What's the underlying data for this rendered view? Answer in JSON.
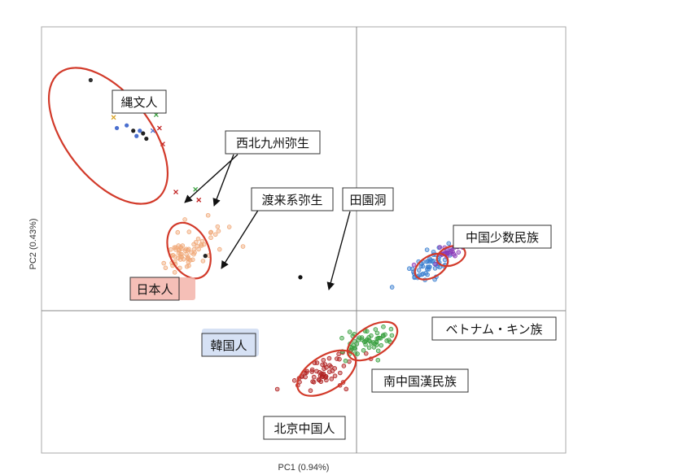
{
  "chart_data": {
    "type": "scatter",
    "xlabel": "PC1 (0.94%)",
    "ylabel": "PC2 (0.43%)",
    "grid": false,
    "zero_lines": true,
    "xlim": [
      -1.0,
      0.6
    ],
    "ylim": [
      -0.6,
      1.0
    ],
    "clusters": [
      {
        "id": "jomon",
        "points": [
          {
            "x": -0.85,
            "y": 0.8,
            "color": "#333333",
            "marker": "dot"
          },
          {
            "x": -0.77,
            "y": 0.62,
            "color": "#4a6fcf",
            "marker": "dot"
          },
          {
            "x": -0.74,
            "y": 0.63,
            "color": "#4a6fcf",
            "marker": "dot"
          },
          {
            "x": -0.72,
            "y": 0.61,
            "color": "#222222",
            "marker": "dot"
          },
          {
            "x": -0.7,
            "y": 0.61,
            "color": "#4a6fcf",
            "marker": "dot"
          },
          {
            "x": -0.69,
            "y": 0.6,
            "color": "#222222",
            "marker": "dot"
          },
          {
            "x": -0.71,
            "y": 0.59,
            "color": "#4a6fcf",
            "marker": "dot"
          },
          {
            "x": -0.68,
            "y": 0.58,
            "color": "#222222",
            "marker": "dot"
          },
          {
            "x": -0.78,
            "y": 0.66,
            "color": "#d8a020",
            "marker": "x"
          },
          {
            "x": -0.66,
            "y": 0.61,
            "color": "#4a6fcf",
            "marker": "x"
          },
          {
            "x": -0.64,
            "y": 0.62,
            "color": "#c02020",
            "marker": "x"
          },
          {
            "x": -0.63,
            "y": 0.56,
            "color": "#c02020",
            "marker": "x"
          },
          {
            "x": -0.65,
            "y": 0.67,
            "color": "#3aa040",
            "marker": "x"
          }
        ]
      },
      {
        "id": "nw-kyushu-yayoi",
        "points": [
          {
            "x": -0.59,
            "y": 0.38,
            "color": "#c02020",
            "marker": "x"
          },
          {
            "x": -0.52,
            "y": 0.35,
            "color": "#c02020",
            "marker": "x"
          },
          {
            "x": -0.53,
            "y": 0.39,
            "color": "#3aa040",
            "marker": "x"
          }
        ]
      },
      {
        "id": "toraikei-yayoi",
        "points": [
          {
            "x": -0.5,
            "y": 0.14,
            "color": "#222222",
            "marker": "dot"
          }
        ]
      },
      {
        "id": "tianyuan",
        "points": [
          {
            "x": -0.21,
            "y": 0.06,
            "color": "#111111",
            "marker": "dot"
          }
        ]
      }
    ],
    "scatter_clouds": [
      {
        "id": "japanese",
        "color": "#f0a878",
        "center": [
          -0.55,
          0.16
        ],
        "spread": [
          0.04,
          0.04
        ],
        "count": 70,
        "ellipse_color": "#d23a2a",
        "ellipse_center": [
          -0.55,
          0.16
        ],
        "ellipse_radius": [
          0.06,
          0.11
        ],
        "ellipse_angle": -25
      },
      {
        "id": "han-beijing",
        "color": "#b02020",
        "center": [
          -0.15,
          -0.3
        ],
        "spread": [
          0.05,
          0.04
        ],
        "count": 60,
        "ellipse_color": "#d23a2a",
        "ellipse_center": [
          -0.13,
          -0.3
        ],
        "ellipse_radius": [
          0.1,
          0.065
        ],
        "ellipse_angle": -32
      },
      {
        "id": "han-south",
        "color": "#3aa040",
        "center": [
          0.0,
          -0.18
        ],
        "spread": [
          0.04,
          0.03
        ],
        "count": 60,
        "ellipse_color": "#d23a2a",
        "ellipse_center": [
          0.01,
          -0.18
        ],
        "ellipse_radius": [
          0.085,
          0.055
        ],
        "ellipse_angle": -32
      },
      {
        "id": "kinh-vietnam",
        "color": "#3a7fd0",
        "center": [
          0.19,
          0.11
        ],
        "spread": [
          0.025,
          0.025
        ],
        "count": 55,
        "ellipse_color": "#d23a2a",
        "ellipse_center": [
          0.19,
          0.1
        ],
        "ellipse_radius": [
          0.055,
          0.04
        ],
        "ellipse_angle": -30
      },
      {
        "id": "china-minorities",
        "color": "#8a3ab8",
        "center": [
          0.24,
          0.15
        ],
        "spread": [
          0.018,
          0.018
        ],
        "count": 25,
        "ellipse_color": "#d23a2a",
        "ellipse_center": [
          0.25,
          0.14
        ],
        "ellipse_radius": [
          0.045,
          0.035
        ],
        "ellipse_angle": -20
      }
    ]
  },
  "labels": {
    "jomon": "縄文人",
    "nw_kyushu_yayoi": "西北九州弥生",
    "toraikei_yayoi": "渡来系弥生",
    "tianyuan": "田園洞",
    "japanese": "日本人",
    "korean": "韓国人",
    "china_minorities": "中国少数民族",
    "kinh": "ベトナム・キン族",
    "han_south": "南中国漢民族",
    "han_beijing": "北京中国人"
  },
  "colors": {
    "frame": "#aaaaaa",
    "ellipse": "#d23a2a",
    "japanese_label_bg": "#f3b4aa",
    "korean_label_bg": "#cfdcf2"
  }
}
